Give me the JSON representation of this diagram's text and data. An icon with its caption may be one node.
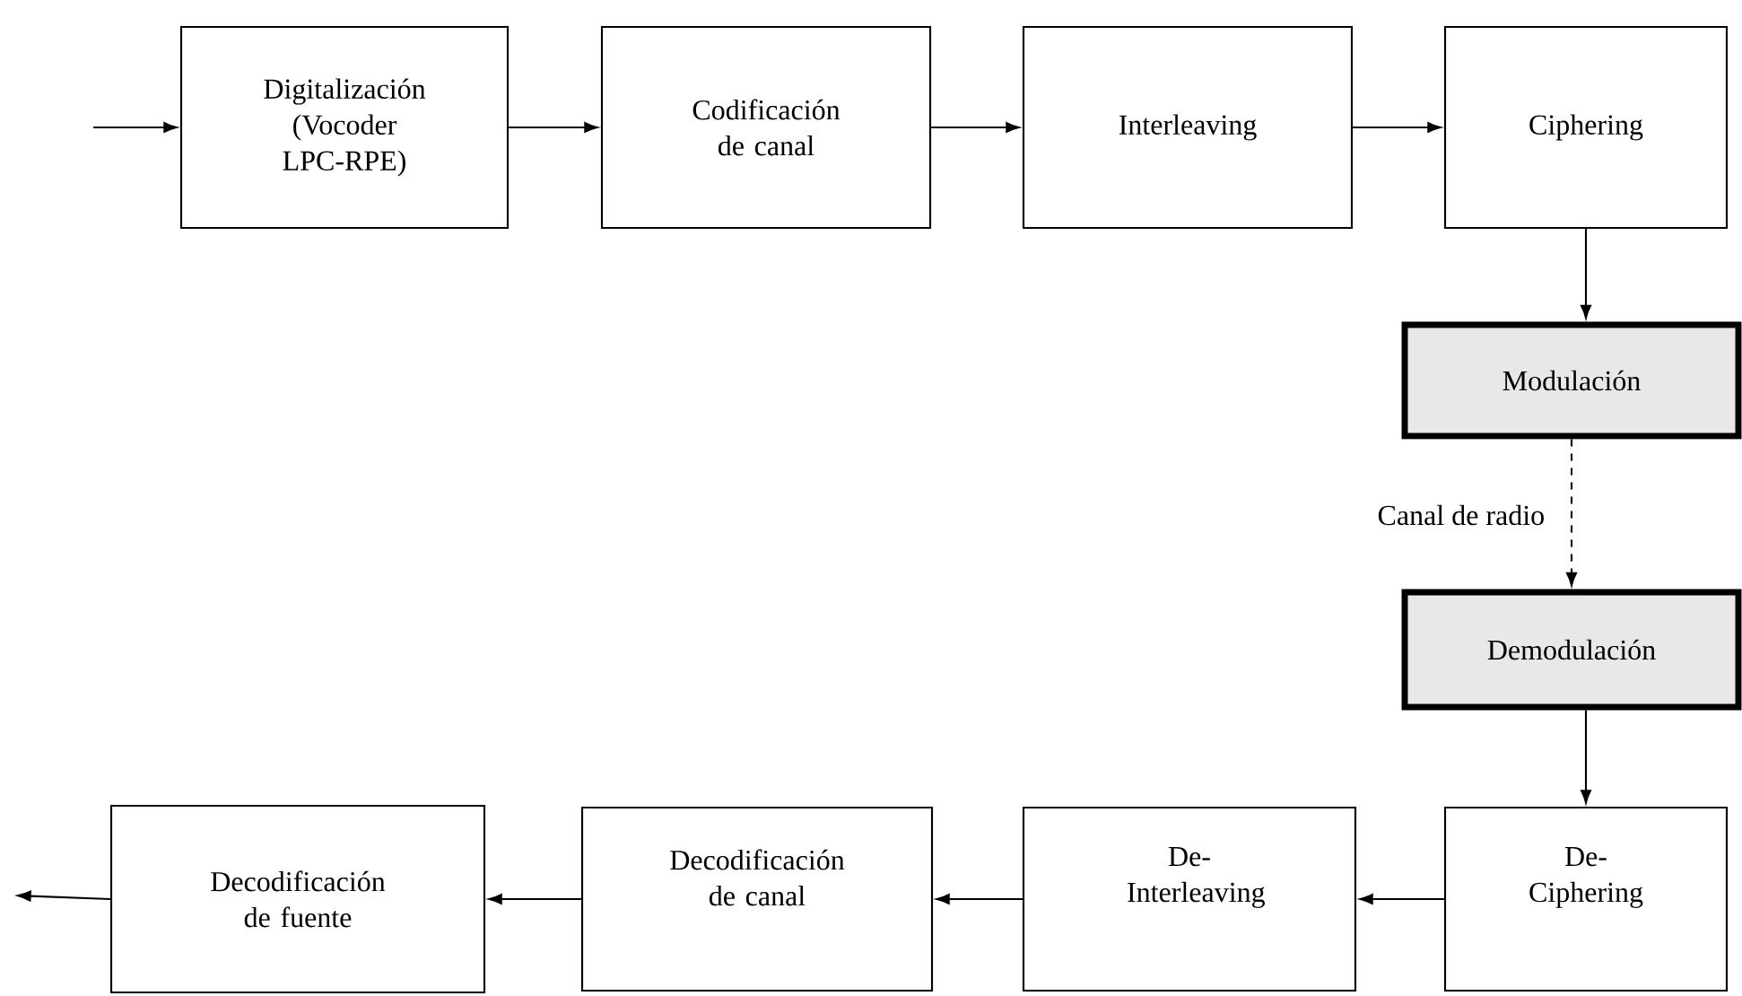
{
  "diagram": {
    "nodes": [
      {
        "text": [
          "Digitalización (Vocoder LPC-RPE)"
        ]
      },
      {
        "text": [
          "Codificación de canal"
        ]
      },
      {
        "text": [
          "Interleaving"
        ]
      },
      {
        "text": [
          "Ciphering"
        ]
      },
      {
        "text": [
          "Modulación"
        ]
      },
      {
        "text": [
          "Demodulación"
        ]
      },
      {
        "text": [
          "De-Ciphering"
        ]
      },
      {
        "text": [
          "De-Interleaving"
        ]
      },
      {
        "text": [
          "Decodificación de canal"
        ]
      },
      {
        "text": [
          "Decodificación de fuente"
        ]
      }
    ],
    "edges": [
      {
        "from": null,
        "to": 0,
        "arrow": "to"
      },
      {
        "from": 0,
        "to": 1,
        "arrow": "to"
      },
      {
        "from": 1,
        "to": 2,
        "arrow": "to"
      },
      {
        "from": 2,
        "to": 3,
        "arrow": "to"
      },
      {
        "from": 3,
        "to": 4,
        "arrow": "to"
      },
      {
        "from": 4,
        "to": 5,
        "arrow": "to",
        "style": "dashed",
        "label": "Canal de radio"
      },
      {
        "from": 5,
        "to": 6,
        "arrow": "to"
      },
      {
        "from": 6,
        "to": 7,
        "arrow": "to"
      },
      {
        "from": 7,
        "to": 8,
        "arrow": "to"
      },
      {
        "from": 8,
        "to": 9,
        "arrow": "to"
      },
      {
        "from": 9,
        "to": null,
        "arrow": "to"
      }
    ]
  }
}
